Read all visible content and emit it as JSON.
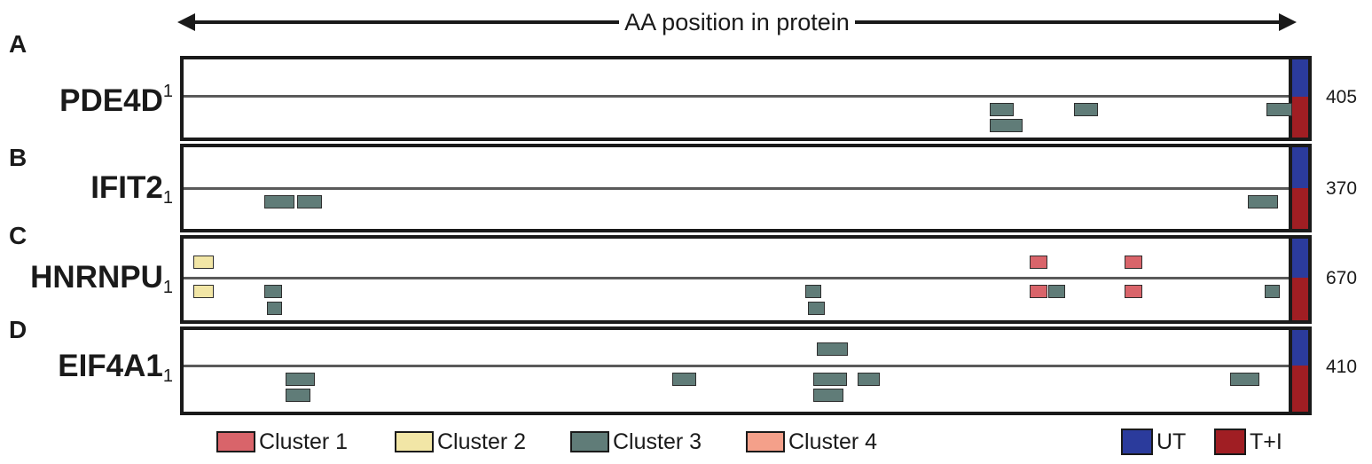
{
  "axis": {
    "label": "AA position in protein"
  },
  "colors": {
    "cluster1": "#d9646a",
    "cluster2": "#f2e6a6",
    "cluster3": "#607c78",
    "cluster4": "#f4a08a",
    "UT": "#2b3b9c",
    "T+I": "#a01e23"
  },
  "panels": [
    {
      "letter": "A",
      "gene": "PDE4D",
      "superscript": "1",
      "sup_pos": "up",
      "length": "405",
      "peptides": [
        {
          "lane": "T+I",
          "row": 0,
          "start": 0.727,
          "end": 0.749,
          "cluster": "cluster3"
        },
        {
          "lane": "T+I",
          "row": 0,
          "start": 0.803,
          "end": 0.825,
          "cluster": "cluster3"
        },
        {
          "lane": "T+I",
          "row": 0,
          "start": 0.977,
          "end": 1.0,
          "cluster": "cluster3"
        },
        {
          "lane": "T+I",
          "row": 1,
          "start": 0.727,
          "end": 0.757,
          "cluster": "cluster3"
        }
      ]
    },
    {
      "letter": "B",
      "gene": "IFIT2",
      "superscript": "1",
      "sup_pos": "down",
      "length": "370",
      "peptides": [
        {
          "lane": "T+I",
          "row": 0,
          "start": 0.073,
          "end": 0.1,
          "cluster": "cluster3"
        },
        {
          "lane": "T+I",
          "row": 0,
          "start": 0.102,
          "end": 0.125,
          "cluster": "cluster3"
        },
        {
          "lane": "T+I",
          "row": 0,
          "start": 0.96,
          "end": 0.987,
          "cluster": "cluster3"
        }
      ]
    },
    {
      "letter": "C",
      "gene": "HNRNPU",
      "superscript": "1",
      "sup_pos": "down",
      "length": "670",
      "peptides": [
        {
          "lane": "UT",
          "row": 0,
          "start": 0.009,
          "end": 0.027,
          "cluster": "cluster2"
        },
        {
          "lane": "UT",
          "row": 0,
          "start": 0.763,
          "end": 0.779,
          "cluster": "cluster1"
        },
        {
          "lane": "UT",
          "row": 0,
          "start": 0.849,
          "end": 0.865,
          "cluster": "cluster1"
        },
        {
          "lane": "T+I",
          "row": 0,
          "start": 0.009,
          "end": 0.027,
          "cluster": "cluster2"
        },
        {
          "lane": "T+I",
          "row": 0,
          "start": 0.073,
          "end": 0.089,
          "cluster": "cluster3"
        },
        {
          "lane": "T+I",
          "row": 0,
          "start": 0.561,
          "end": 0.575,
          "cluster": "cluster3"
        },
        {
          "lane": "T+I",
          "row": 0,
          "start": 0.763,
          "end": 0.779,
          "cluster": "cluster1"
        },
        {
          "lane": "T+I",
          "row": 0,
          "start": 0.78,
          "end": 0.795,
          "cluster": "cluster3"
        },
        {
          "lane": "T+I",
          "row": 0,
          "start": 0.849,
          "end": 0.865,
          "cluster": "cluster1"
        },
        {
          "lane": "T+I",
          "row": 0,
          "start": 0.975,
          "end": 0.989,
          "cluster": "cluster3"
        },
        {
          "lane": "T+I",
          "row": 1,
          "start": 0.075,
          "end": 0.089,
          "cluster": "cluster3"
        },
        {
          "lane": "T+I",
          "row": 1,
          "start": 0.563,
          "end": 0.578,
          "cluster": "cluster3"
        }
      ]
    },
    {
      "letter": "D",
      "gene": "EIF4A1",
      "superscript": "1",
      "sup_pos": "down",
      "length": "410",
      "peptides": [
        {
          "lane": "UT",
          "row": 0,
          "start": 0.571,
          "end": 0.599,
          "cluster": "cluster3"
        },
        {
          "lane": "T+I",
          "row": 0,
          "start": 0.092,
          "end": 0.118,
          "cluster": "cluster3"
        },
        {
          "lane": "T+I",
          "row": 0,
          "start": 0.441,
          "end": 0.462,
          "cluster": "cluster3"
        },
        {
          "lane": "T+I",
          "row": 0,
          "start": 0.568,
          "end": 0.598,
          "cluster": "cluster3"
        },
        {
          "lane": "T+I",
          "row": 0,
          "start": 0.608,
          "end": 0.628,
          "cluster": "cluster3"
        },
        {
          "lane": "T+I",
          "row": 0,
          "start": 0.944,
          "end": 0.97,
          "cluster": "cluster3"
        },
        {
          "lane": "T+I",
          "row": 1,
          "start": 0.092,
          "end": 0.114,
          "cluster": "cluster3"
        },
        {
          "lane": "T+I",
          "row": 1,
          "start": 0.568,
          "end": 0.595,
          "cluster": "cluster3"
        }
      ]
    }
  ],
  "legend": {
    "clusters": [
      {
        "key": "cluster1",
        "label": "Cluster 1"
      },
      {
        "key": "cluster2",
        "label": "Cluster 2"
      },
      {
        "key": "cluster3",
        "label": "Cluster 3"
      },
      {
        "key": "cluster4",
        "label": "Cluster 4"
      }
    ],
    "conditions": [
      {
        "key": "UT",
        "label": "UT"
      },
      {
        "key": "T+I",
        "label": "T+I"
      }
    ]
  }
}
